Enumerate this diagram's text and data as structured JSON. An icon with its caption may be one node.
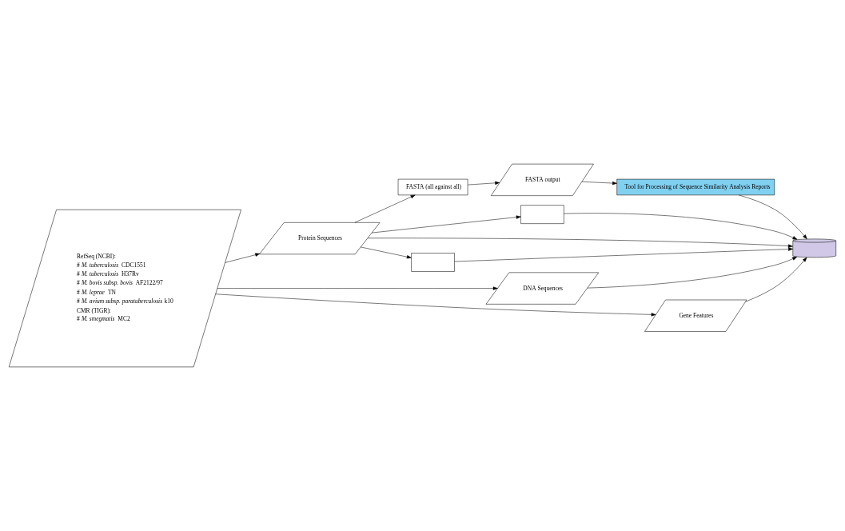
{
  "diagram": {
    "nodes": [
      {
        "text": [
          "FASTA (all against all)"
        ]
      },
      {
        "text": [
          "FASTA output"
        ]
      },
      {
        "text": [
          "Tool for Processing of Sequence Similarity Analysis Reports"
        ]
      },
      {
        "text": [
          "Protein Sequences"
        ]
      },
      {
        "text": [],
        "shape": "box"
      },
      {
        "text": [],
        "shape": "cylinder"
      },
      {
        "text": [],
        "shape": "box"
      },
      {
        "text": [
          "RefSeq (NCBI):",
          "# *M. tuberculosis* CDC1551",
          "# *M. tuberculosis* H37Rv",
          "# *M. bovis subsp. bovis* AF2122/97",
          "# *M. leprae* TN",
          "# *M. avium subsp. paratuberculosis* k10",
          "CMR (TIGR):",
          "# *M. smegmatis* MC2"
        ]
      },
      {
        "text": [
          "DNA Sequences"
        ]
      },
      {
        "text": [
          "Gene Features"
        ]
      }
    ],
    "edges": [
      {
        "from": 3,
        "to": 0,
        "arrow": "to"
      },
      {
        "from": 0,
        "to": 1,
        "arrow": "to"
      },
      {
        "from": 1,
        "to": 2,
        "arrow": "to"
      },
      {
        "from": 2,
        "to": 5,
        "arrow": "to"
      },
      {
        "from": 3,
        "to": 4,
        "arrow": "to"
      },
      {
        "from": 3,
        "to": 6,
        "arrow": "to"
      },
      {
        "from": 3,
        "to": 5,
        "arrow": "to"
      },
      {
        "from": 4,
        "to": 5,
        "arrow": "to"
      },
      {
        "from": 6,
        "to": 5,
        "arrow": "to"
      },
      {
        "from": 7,
        "to": 3,
        "arrow": "to"
      },
      {
        "from": 7,
        "to": 8,
        "arrow": "to"
      },
      {
        "from": 7,
        "to": 9,
        "arrow": "to"
      },
      {
        "from": 8,
        "to": 5,
        "arrow": "to"
      },
      {
        "from": 9,
        "to": 5,
        "arrow": "to"
      }
    ]
  }
}
